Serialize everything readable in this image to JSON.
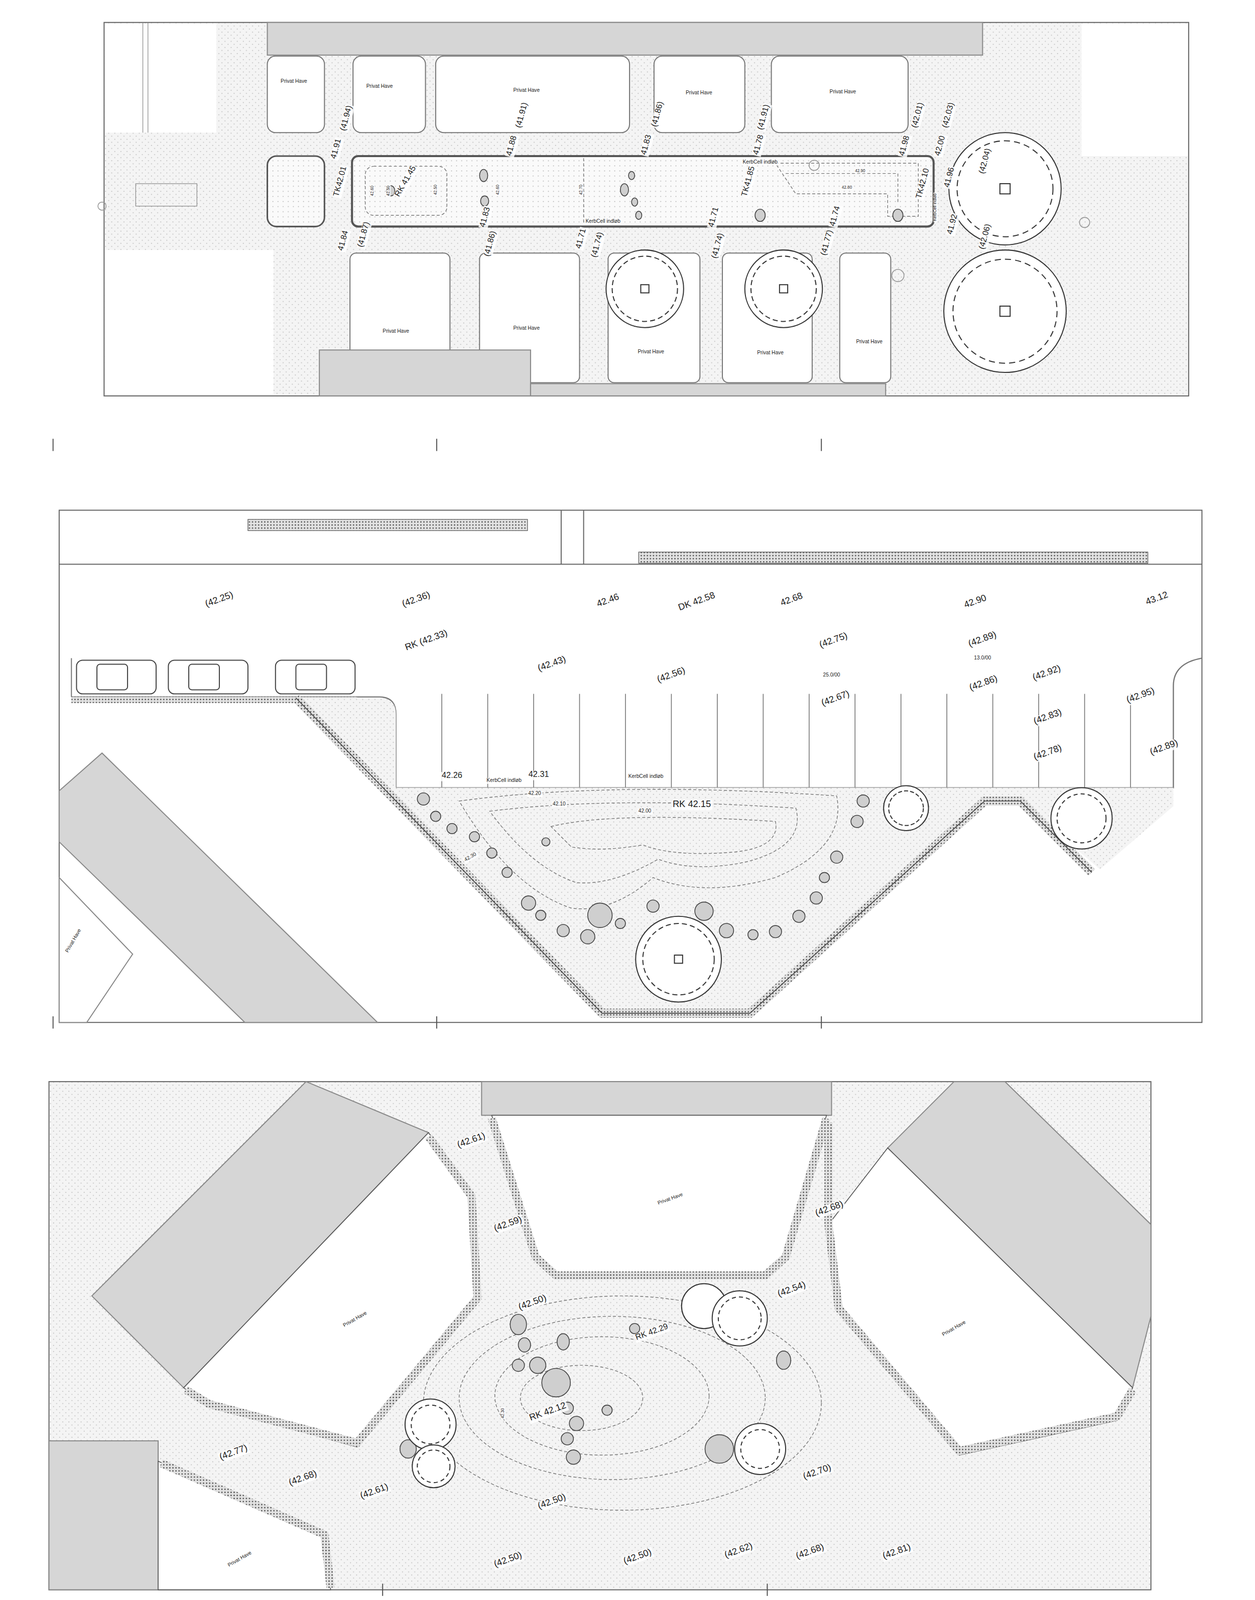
{
  "diagram": {
    "labels": [
      "Privat Have",
      "Privat Have",
      "Privat Have",
      "Privat Have",
      "Privat Have",
      "Privat Have",
      "Privat Have",
      "Privat Have",
      "Privat Have",
      "Privat Have",
      "(41.94)",
      "41.91",
      "TK42.01",
      "RK 41.45",
      "42.60",
      "42.50",
      "42.50",
      "42.60",
      "42.70",
      "(41.91)",
      "41.88",
      "(41.86)",
      "41.83",
      "(41.91)",
      "41.78",
      "KerbCell indløb",
      "TK41.85",
      "42.90",
      "42.80",
      "(42.01)",
      "41.98",
      "(42.03)",
      "42.00",
      "TK42.10",
      "41.96",
      "KerbCell indløb",
      "41.92",
      "(42.04)",
      "(42.06)",
      "41.84",
      "(41.87)",
      "41.83",
      "(41.86)",
      "KerbCell indløb",
      "41.71",
      "(41.74)",
      "41.71",
      "(41.74)",
      "41.74",
      "(41.77)",
      "(42.25)",
      "(42.36)",
      "42.46",
      "DK 42.58",
      "42.68",
      "42.90",
      "43.12",
      "RK (42.33)",
      "(42.43)",
      "(42.56)",
      "(42.75)",
      "(42.89)",
      "25.0/00",
      "13.0/00",
      "(42.67)",
      "(42.86)",
      "(42.92)",
      "(42.95)",
      "(42.83)",
      "(42.78)",
      "(42.89)",
      "42.26",
      "KerbCell indløb",
      "42.31",
      "KerbCell indløb",
      "42.20",
      "42.10",
      "42.00",
      "RK 42.15",
      "42.30",
      "Privat Have",
      "(42.61)",
      "(42.59)",
      "Privat Have",
      "(42.68)",
      "Privat Have",
      "Privat Have",
      "(42.50)",
      "(42.54)",
      "RK 42.29",
      "42.30",
      "RK 42.12",
      "(42.77)",
      "(42.68)",
      "(42.61)",
      "(42.50)",
      "(42.70)",
      "Privat Have",
      "(42.50)",
      "(42.50)",
      "(42.62)",
      "(42.68)",
      "(42.81)"
    ]
  }
}
